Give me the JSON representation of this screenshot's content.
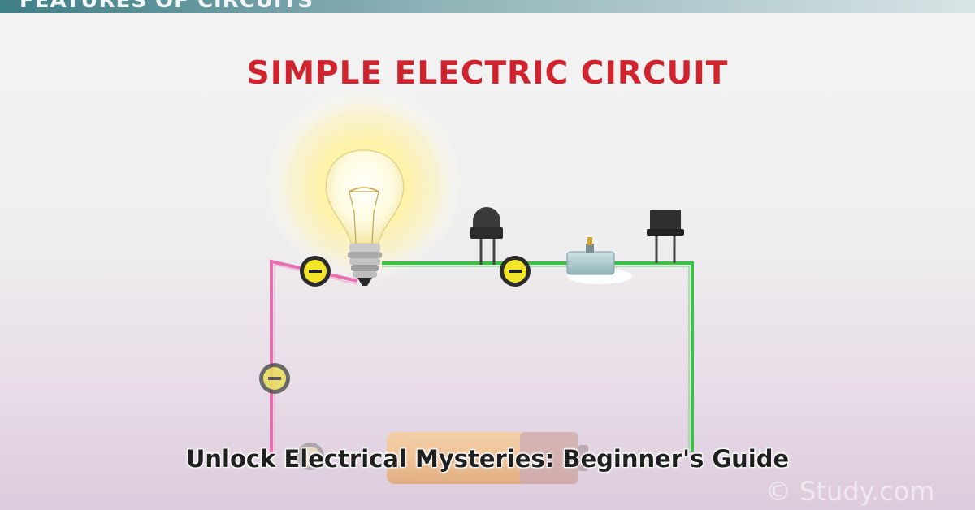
{
  "header": {
    "banner_text": "FEATURES OF CIRCUITS"
  },
  "diagram": {
    "title": "SIMPLE ELECTRIC CIRCUIT"
  },
  "caption": {
    "text": "Unlock Electrical Mysteries: Beginner's Guide"
  },
  "watermark": {
    "text": "© Study.com"
  },
  "colors": {
    "title_red": "#d0232e",
    "wire_green": "#3fbf4a",
    "wire_pink": "#e86fb0",
    "electron_yellow": "#f2e52a",
    "bulb_glow": "#fff2a0"
  },
  "icons": [
    "light-bulb-icon",
    "led-icon",
    "switch-icon",
    "capacitor-icon",
    "battery-icon",
    "electron-icon"
  ]
}
